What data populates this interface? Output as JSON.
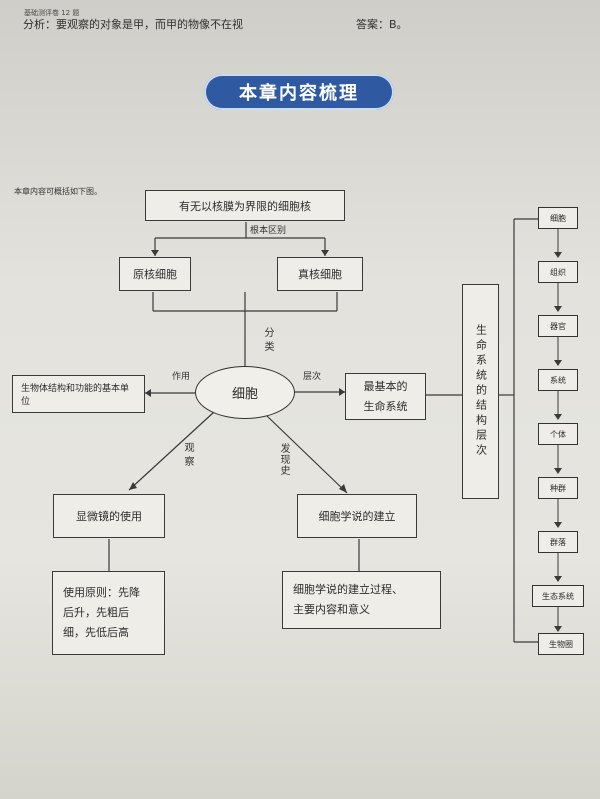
{
  "header": {
    "small_line": "基础测评卷 12 题",
    "analysis": "分析：要观察的对象是甲，而甲的物像不在视",
    "answer": "答案：B。"
  },
  "section_title": "本章内容梳理",
  "intro": "本章内容可概括如下图。",
  "diagram": {
    "nucleus_box": "有无以核膜为界限的细胞核",
    "fundamental_difference": "根本区别",
    "prokaryote": "原核细胞",
    "eukaryote": "真核细胞",
    "classification": "分类",
    "cell": "细胞",
    "function_label": "作用",
    "function_box": "生物体结构和功能的基本单位",
    "level_label": "层次",
    "basic_system_box": "最基本的\n生命系统",
    "observe_label": "观察",
    "discovery_label": "发现史",
    "microscope_box": "显微镜的使用",
    "microscope_rule_box": "使用原则：先降\n后升，先粗后\n细，先低后高",
    "cell_theory_box": "细胞学说的建立",
    "cell_theory_detail_box": "细胞学说的建立过程、\n主要内容和意义",
    "levels_title": "生命系统的结构层次",
    "levels": [
      "细胞",
      "组织",
      "器官",
      "系统",
      "个体",
      "种群",
      "群落",
      "生态系统",
      "生物圈"
    ]
  }
}
